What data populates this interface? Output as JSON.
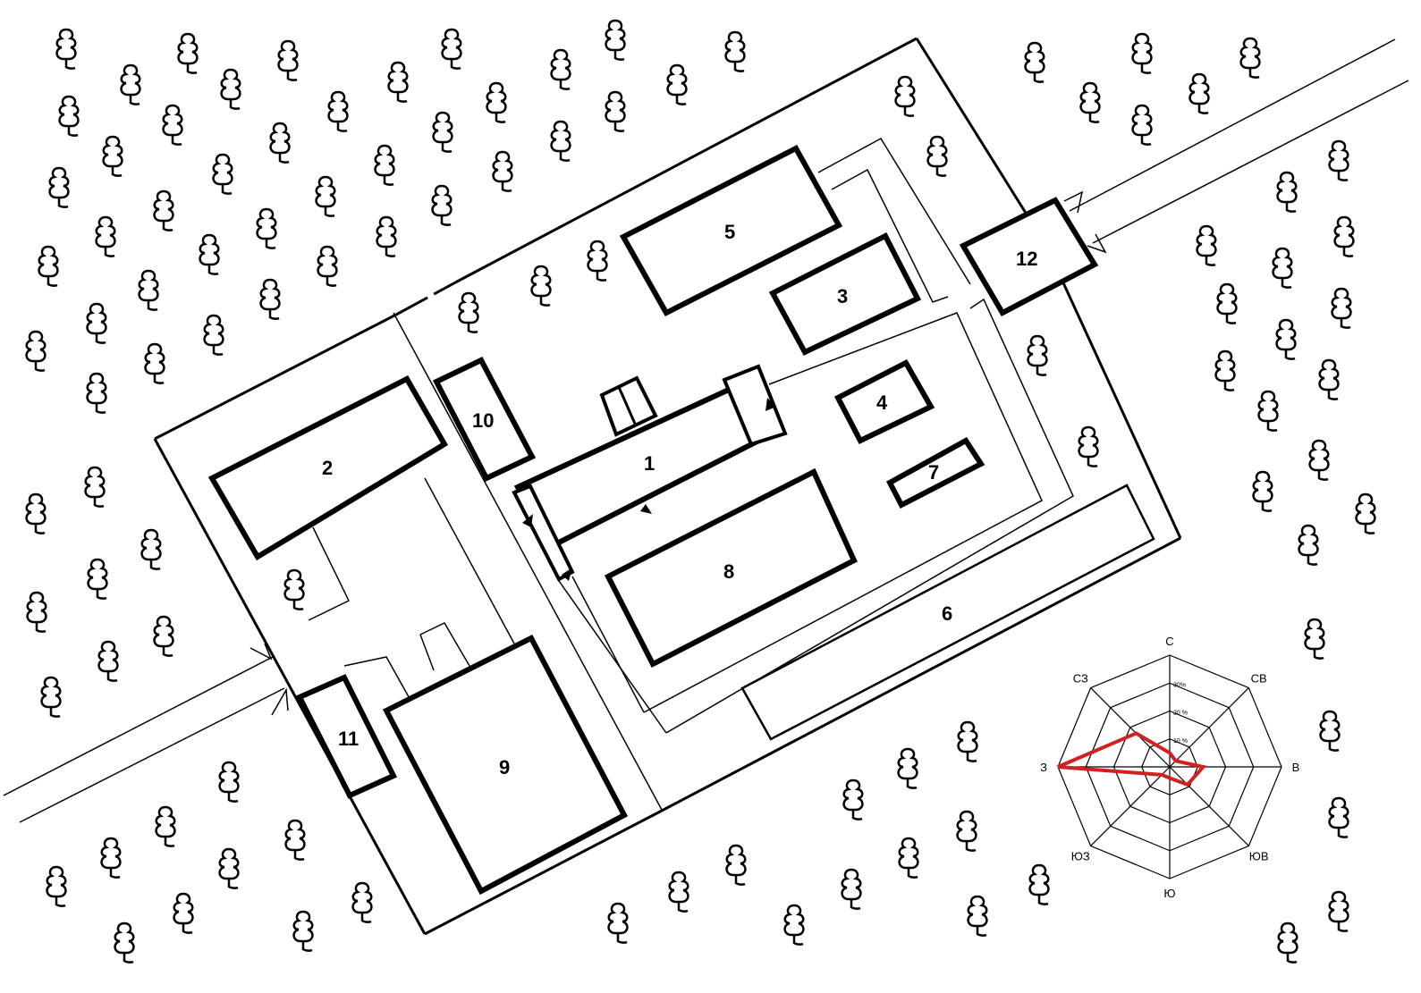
{
  "colors": {
    "line": "#000000",
    "background": "#ffffff",
    "wind_rose": "#d42020"
  },
  "icons": {
    "tree": "tree-icon"
  },
  "buildings": [
    {
      "id": "1",
      "label": "1"
    },
    {
      "id": "2",
      "label": "2"
    },
    {
      "id": "3",
      "label": "3"
    },
    {
      "id": "4",
      "label": "4"
    },
    {
      "id": "5",
      "label": "5"
    },
    {
      "id": "6",
      "label": "6"
    },
    {
      "id": "7",
      "label": "7"
    },
    {
      "id": "8",
      "label": "8"
    },
    {
      "id": "9",
      "label": "9"
    },
    {
      "id": "10",
      "label": "10"
    },
    {
      "id": "11",
      "label": "11"
    },
    {
      "id": "12",
      "label": "12"
    }
  ],
  "wind_rose": {
    "directions": [
      "С",
      "СВ",
      "В",
      "ЮВ",
      "Ю",
      "ЮЗ",
      "З",
      "СЗ"
    ],
    "ring_labels": [
      "10 %",
      "20 %",
      "30%"
    ],
    "values_percent": [
      5,
      3,
      12,
      9,
      4,
      4,
      40,
      17
    ],
    "max_percent": 40
  }
}
